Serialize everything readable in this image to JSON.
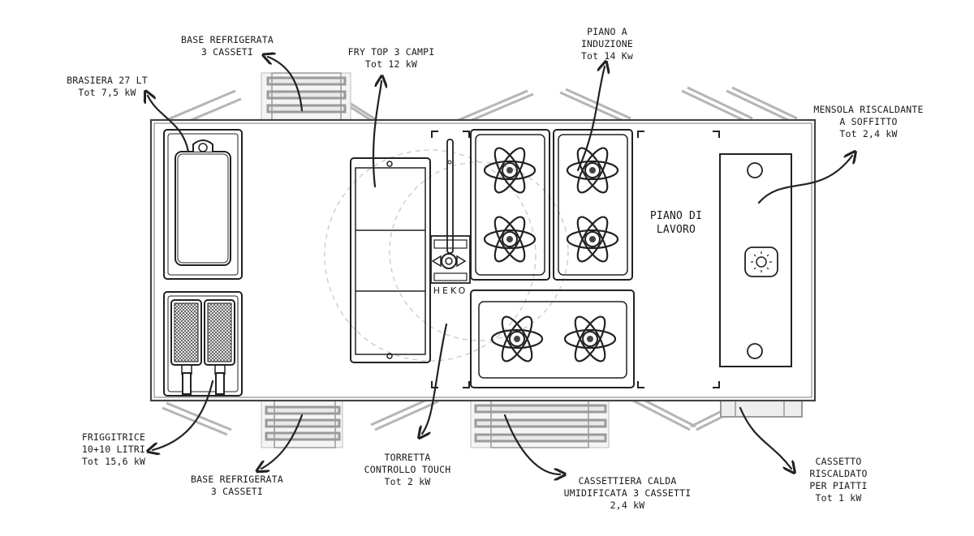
{
  "labels": {
    "brasiera": [
      "BRASIERA 27 LT",
      "Tot 7,5 kW"
    ],
    "base_top": [
      "BASE REFRIGERATA",
      "3 CASSETI"
    ],
    "frytop": [
      "FRY TOP 3 CAMPI",
      "Tot 12 kW"
    ],
    "induzione": [
      "PIANO A",
      "INDUZIONE",
      "Tot 14 Kw"
    ],
    "mensola": [
      "MENSOLA RISCALDANTE",
      "A SOFFITTO",
      "Tot 2,4 kW"
    ],
    "piano_lavoro": [
      "PIANO DI",
      "LAVORO"
    ],
    "friggitrice": [
      "FRIGGITRICE",
      "10+10  LITRI",
      "Tot 15,6 kW"
    ],
    "base_bottom": [
      "BASE REFRIGERATA",
      "3 CASSETI"
    ],
    "torretta": [
      "TORRETTA",
      "CONTROLLO TOUCH",
      "Tot 2 kW"
    ],
    "cassettiera": [
      "CASSETTIERA CALDA",
      "UMIDIFICATA 3 CASSETTI",
      "2,4 kW"
    ],
    "cassetto": [
      "CASSETTO",
      "RISCALDATO",
      "PER PIATTI",
      "Tot 1 kW"
    ]
  },
  "brand": "HEKO",
  "colors": {
    "ink": "#1a1a1a",
    "grid": "#bbbbbb",
    "dashed": "#c8c8c8"
  }
}
